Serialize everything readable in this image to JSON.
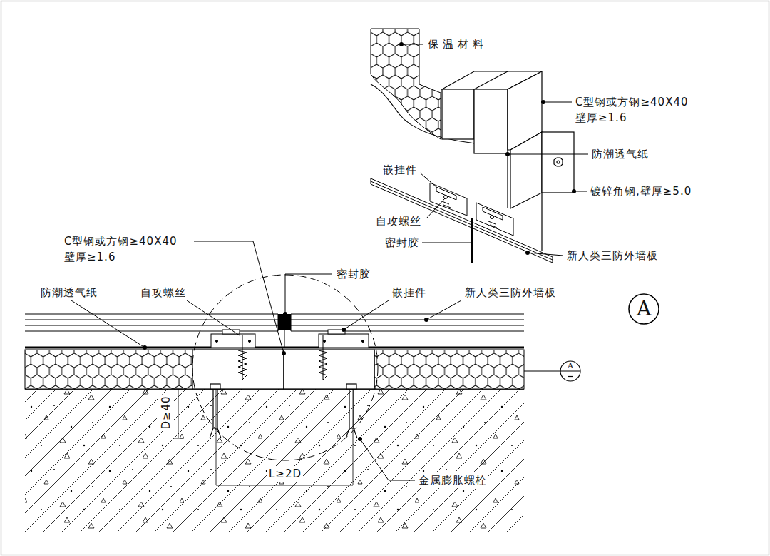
{
  "diagram": {
    "nodes": [
      {
        "text": [
          "A"
        ]
      },
      {
        "text": [
          "A"
        ]
      }
    ],
    "labels": [
      "保温材料",
      "C型钢或方钢≥40X40 壁厚≥1.6",
      "防潮透气纸",
      "嵌挂件",
      "镀锌角钢,壁厚≥5.0",
      "自攻螺丝",
      "密封胶",
      "新人类三防外墙板",
      "C型钢或方钢≥40X40 壁厚≥1.6",
      "密封胶",
      "防潮透气纸",
      "自攻螺丝",
      "嵌挂件",
      "新人类三防外墙板",
      "D≥40",
      "L≥2D",
      "金属膨胀螺栓"
    ]
  }
}
